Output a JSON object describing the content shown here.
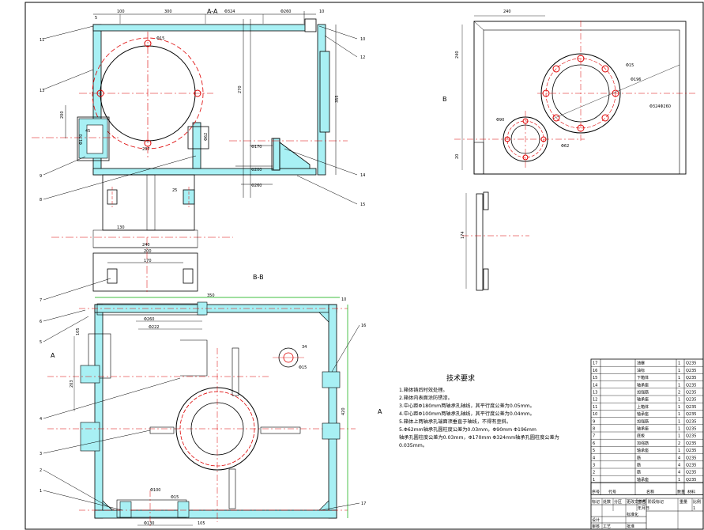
{
  "section_aa_label": "A-A",
  "section_bb_label": "B-B",
  "view_b_marker": "B",
  "view_a_marker": "A",
  "tech": {
    "title": "技术要求",
    "lines": [
      "1.箱体铸后时效处理。",
      "2.箱体内表面涂防锈漆。",
      "3.中心距Φ180mm两轴承孔轴线，其平行度公差为0.05mm。",
      "4.中心距Φ100mm两轴承孔轴线，其平行度公差为0.04mm。",
      "5.箱体上两轴承孔端面须垂直于轴线，不得有歪斜。",
      "5.Φ62mm轴承孔圆柱度公差为0.03mm，Φ90mm Φ196mm",
      "轴承孔圆柱度公差为0.03mm，Φ170mm Φ324mm轴承孔圆柱度公差为",
      "0.035mm。"
    ]
  },
  "bom": {
    "rows": [
      {
        "no": "17",
        "name": "油塞",
        "qty": "1",
        "mat": "Q235"
      },
      {
        "no": "16",
        "name": "油标",
        "qty": "1",
        "mat": "Q235"
      },
      {
        "no": "15",
        "name": "下箱体",
        "qty": "1",
        "mat": "Q235"
      },
      {
        "no": "14",
        "name": "轴承座",
        "qty": "1",
        "mat": "Q235"
      },
      {
        "no": "13",
        "name": "加强筋",
        "qty": "2",
        "mat": "Q235"
      },
      {
        "no": "12",
        "name": "轴承座",
        "qty": "1",
        "mat": "Q235"
      },
      {
        "no": "11",
        "name": "上箱体",
        "qty": "1",
        "mat": "Q235"
      },
      {
        "no": "10",
        "name": "轴承座",
        "qty": "1",
        "mat": "Q235"
      },
      {
        "no": "9",
        "name": "加强筋",
        "qty": "1",
        "mat": "Q235"
      },
      {
        "no": "8",
        "name": "轴承座",
        "qty": "1",
        "mat": "Q235"
      },
      {
        "no": "7",
        "name": "底板",
        "qty": "1",
        "mat": "Q235"
      },
      {
        "no": "6",
        "name": "加强筋",
        "qty": "2",
        "mat": "Q235"
      },
      {
        "no": "5",
        "name": "轴承座",
        "qty": "1",
        "mat": "Q235"
      },
      {
        "no": "4",
        "name": "筋",
        "qty": "4",
        "mat": "Q235"
      },
      {
        "no": "3",
        "name": "筋",
        "qty": "4",
        "mat": "Q235"
      },
      {
        "no": "2",
        "name": "筋",
        "qty": "4",
        "mat": "Q235"
      },
      {
        "no": "1",
        "name": "轴承座",
        "qty": "1",
        "mat": "Q235"
      }
    ],
    "header": {
      "xh": "序号",
      "code": "代号",
      "name": "名称",
      "qty": "数量",
      "mat": "材料"
    }
  },
  "titleblock": {
    "r1": [
      "标记",
      "处数",
      "分区",
      "更改文件号",
      "签名",
      "年月日"
    ],
    "r2": [
      "设计",
      "标准化"
    ],
    "r3": [
      "审核",
      "工艺",
      "批准"
    ],
    "right": [
      "阶段标记",
      "重量",
      "比例",
      "1"
    ]
  }
}
